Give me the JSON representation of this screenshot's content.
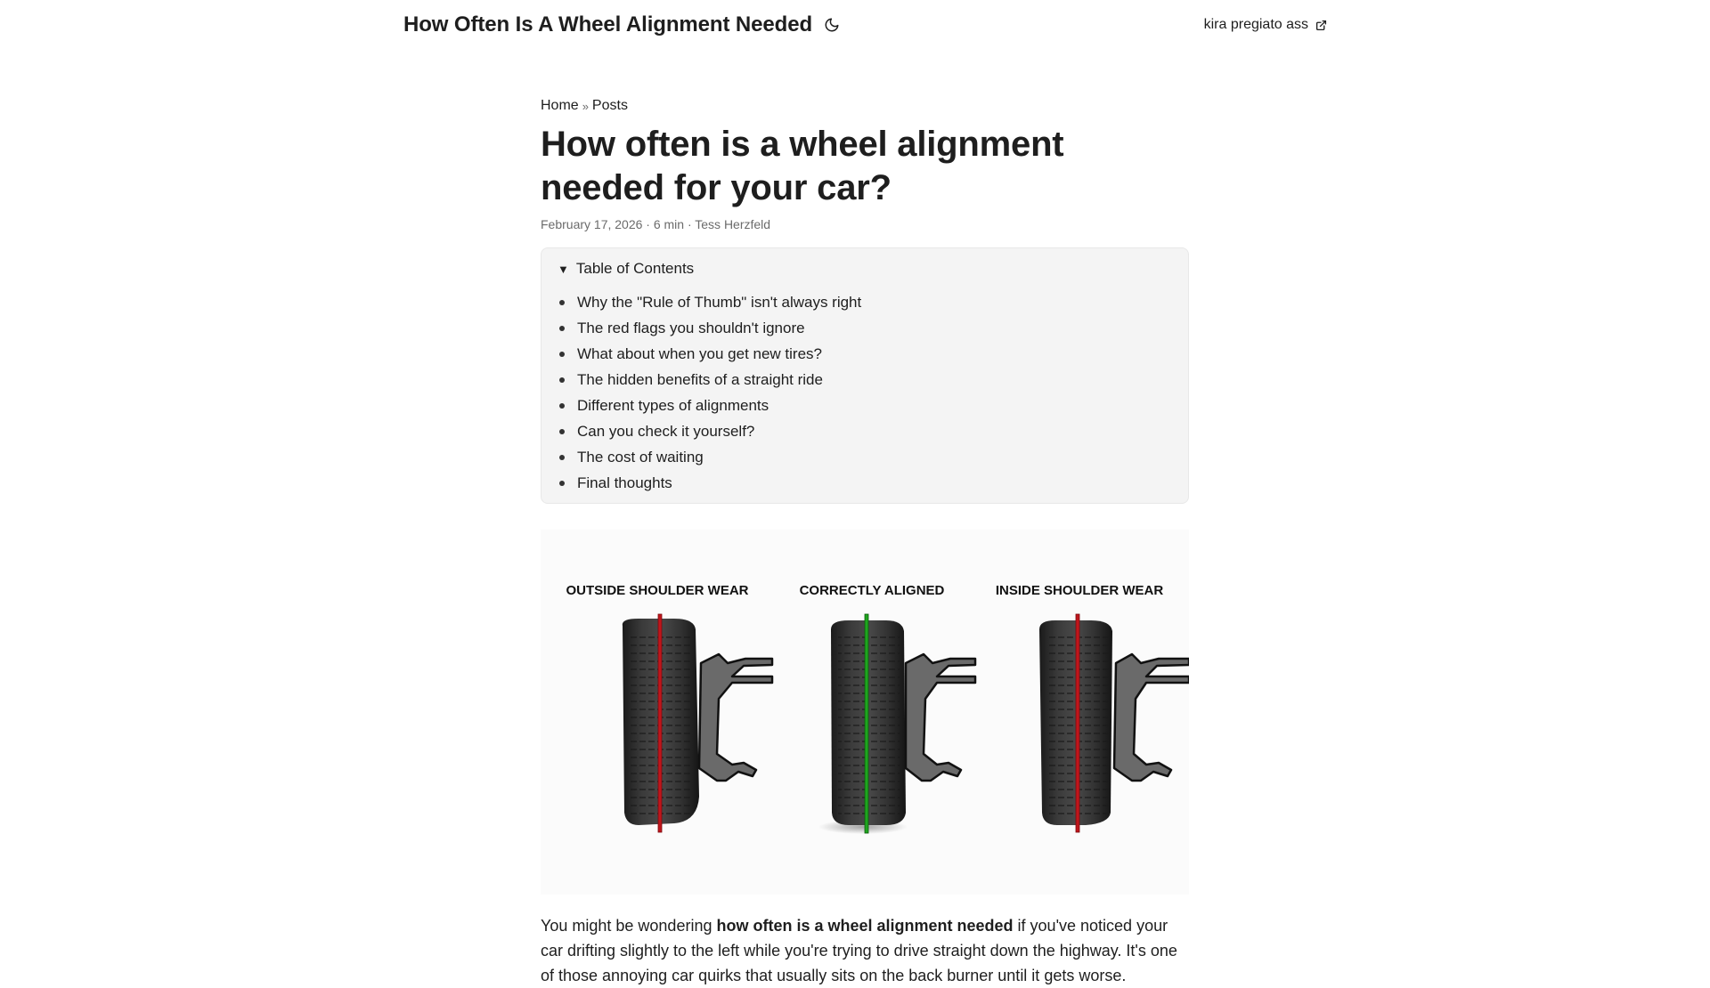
{
  "header": {
    "site_title": "How Often Is A Wheel Alignment Needed",
    "theme_toggle_icon": "moon-icon",
    "nav_link": "kira pregiato ass",
    "nav_link_icon": "external-link-icon"
  },
  "breadcrumb": {
    "items": [
      "Home",
      "Posts"
    ],
    "separator": "»"
  },
  "post": {
    "title": "How often is a wheel alignment needed for your car?",
    "meta": "February 17, 2026 · 6 min · Tess Herzfeld",
    "date": "February 17, 2026",
    "reading_time": "6 min",
    "author": "Tess Herzfeld"
  },
  "toc": {
    "title": "Table of Contents",
    "expanded": true,
    "items": [
      "Why the \"Rule of Thumb\" isn't always right",
      "The red flags you shouldn't ignore",
      "What about when you get new tires?",
      "The hidden benefits of a straight ride",
      "Different types of alignments",
      "Can you check it yourself?",
      "The cost of waiting",
      "Final thoughts"
    ]
  },
  "figure": {
    "labels": [
      "OUTSIDE SHOULDER WEAR",
      "CORRECTLY ALIGNED",
      "INSIDE SHOULDER WEAR"
    ],
    "line_colors": [
      "#c0161c",
      "#1fa51f",
      "#c0161c"
    ]
  },
  "content": {
    "intro_before": "You might be wondering ",
    "intro_bold": "how often is a wheel alignment needed",
    "intro_after": " if you've noticed your car drifting slightly to the left while you're trying to drive straight down the highway. It's one of those annoying car quirks that usually sits on the back burner until it gets worse."
  }
}
